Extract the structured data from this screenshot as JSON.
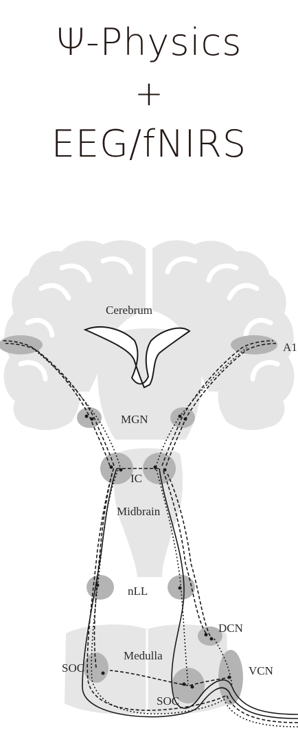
{
  "title": {
    "line1": "Ψ-Physics",
    "line2": "+",
    "line3": "EEG/fNIRS"
  },
  "diagram": {
    "labels": {
      "cerebrum": "Cerebrum",
      "a1": "A1",
      "mgn": "MGN",
      "ic": "IC",
      "midbrain": "Midbrain",
      "nll": "nLL",
      "dcn": "DCN",
      "medulla": "Medulla",
      "vcn": "VCN",
      "soc_left": "SOC",
      "soc_right": "SOC"
    },
    "colors": {
      "tissue": "#e6e6e6",
      "nucleus": "#b4b4b4",
      "pathway": "#1a1a1a"
    }
  }
}
